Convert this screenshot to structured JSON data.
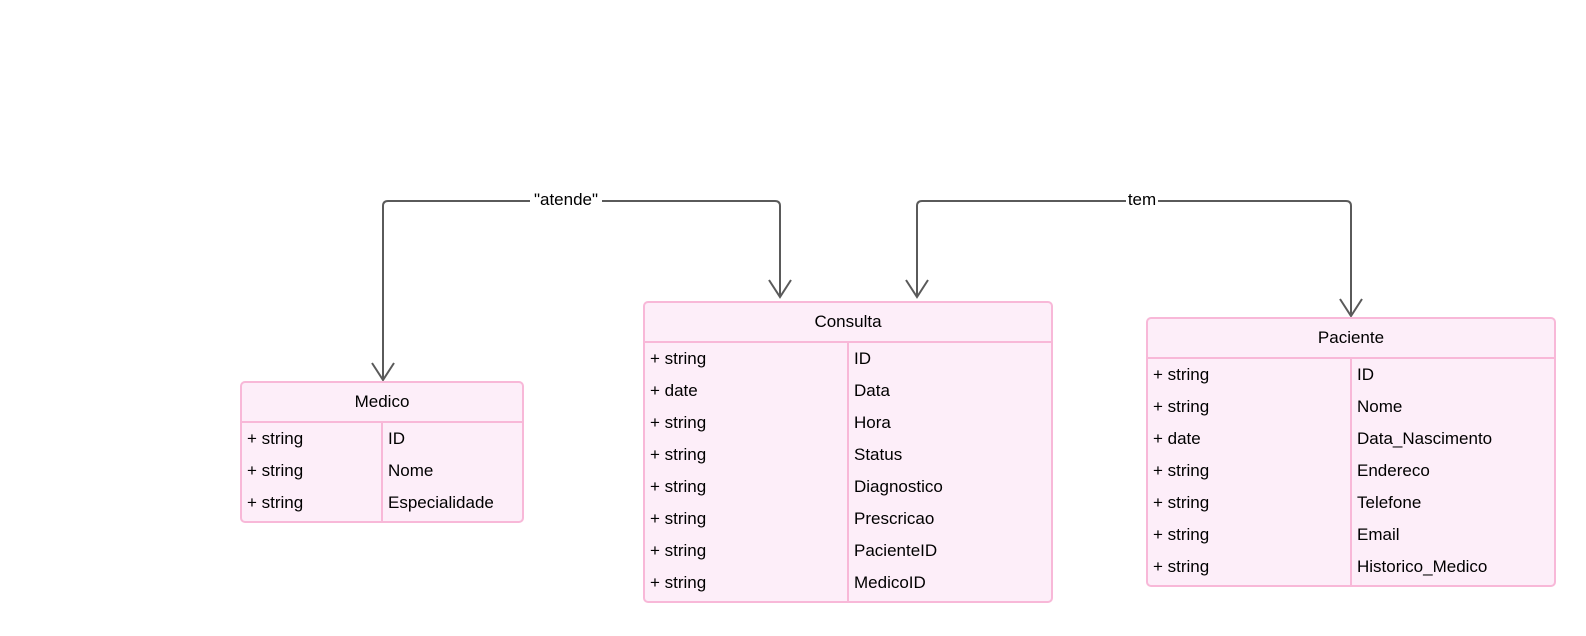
{
  "entities": {
    "medico": {
      "name": "Medico",
      "attributes": [
        {
          "type": "+ string",
          "name": "ID"
        },
        {
          "type": "+ string",
          "name": "Nome"
        },
        {
          "type": "+ string",
          "name": "Especialidade"
        }
      ]
    },
    "consulta": {
      "name": "Consulta",
      "attributes": [
        {
          "type": "+ string",
          "name": "ID"
        },
        {
          "type": "+ date",
          "name": "Data"
        },
        {
          "type": "+ string",
          "name": "Hora"
        },
        {
          "type": "+ string",
          "name": "Status"
        },
        {
          "type": "+ string",
          "name": "Diagnostico"
        },
        {
          "type": "+ string",
          "name": "Prescricao"
        },
        {
          "type": "+ string",
          "name": "PacienteID"
        },
        {
          "type": "+ string",
          "name": "MedicoID"
        }
      ]
    },
    "paciente": {
      "name": "Paciente",
      "attributes": [
        {
          "type": "+ string",
          "name": "ID"
        },
        {
          "type": "+ string",
          "name": "Nome"
        },
        {
          "type": "+ date",
          "name": "Data_Nascimento"
        },
        {
          "type": "+ string",
          "name": "Endereco"
        },
        {
          "type": "+ string",
          "name": "Telefone"
        },
        {
          "type": "+ string",
          "name": "Email"
        },
        {
          "type": "+ string",
          "name": "Historico_Medico"
        }
      ]
    }
  },
  "relationships": {
    "atende": {
      "label": "\"atende\""
    },
    "tem": {
      "label": "tem"
    }
  },
  "colors": {
    "entity_fill": "#fdeef9",
    "entity_stroke": "#f8b8d8",
    "connector": "#5a5a5a"
  }
}
